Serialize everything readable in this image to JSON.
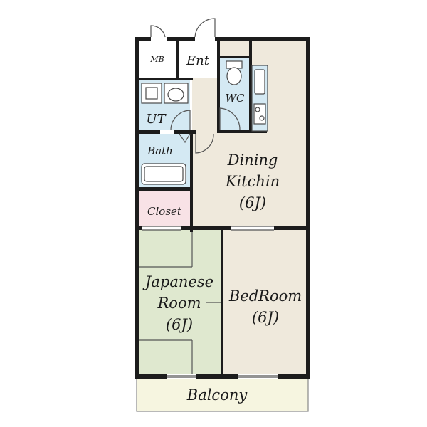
{
  "rooms": {
    "mb": "MB",
    "ent": "Ent",
    "wc": "WC",
    "ut": "UT",
    "bath": "Bath",
    "closet": "Closet",
    "dining": {
      "line1": "Dining",
      "line2": "Kitchin",
      "size": "(6J)"
    },
    "japanese": {
      "line1": "Japanese",
      "line2": "Room",
      "size": "(6J)"
    },
    "bedroom": {
      "line1": "BedRoom",
      "size": "(6J)"
    },
    "balcony": "Balcony"
  },
  "colors": {
    "wall": "#1c1c1c",
    "wet_area": "#d4e9f3",
    "floor": "#efe9dc",
    "tatami": "#dfe8cf",
    "closet": "#f8e2e6",
    "balcony": "#f6f5e0",
    "entrance": "#ffffff"
  }
}
